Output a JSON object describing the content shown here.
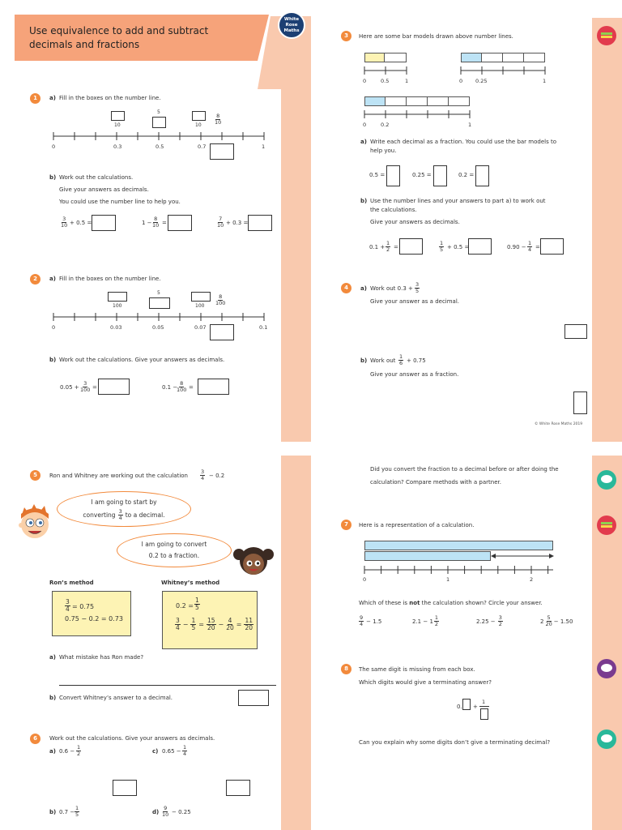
{
  "header": {
    "title_line1": "Use equivalence to add and subtract",
    "title_line2": "decimals and fractions",
    "logo_line1": "White",
    "logo_line2": "Rose",
    "logo_line3": "Maths"
  },
  "colors": {
    "orange": "#f28a3c",
    "header_bg": "#f6a37a",
    "strip": "#f9c9ae",
    "blue_bar": "#bde3f5",
    "yellow_bar": "#fdf3b4"
  },
  "q1": {
    "num": "1",
    "a_label": "a)",
    "a_text": "Fill in the boxes on the number line.",
    "top_10a": "10",
    "top_5": "5",
    "top_10b": "10",
    "top_8": "8",
    "top_10c": "10",
    "ticks": [
      "0",
      "0.3",
      "0.5",
      "0.7",
      "1"
    ],
    "b_label": "b)",
    "b_line1": "Work out the calculations.",
    "b_line2": "Give your answers as decimals.",
    "b_line3": "You could use the number line to help you.",
    "c1_n": "3",
    "c1_d": "10",
    "c1_rest": "+ 0.5 =",
    "c2_pre": "1 −",
    "c2_n": "8",
    "c2_d": "10",
    "c2_rest": "=",
    "c3_n": "7",
    "c3_d": "10",
    "c3_rest": "+ 0.3 ="
  },
  "q2": {
    "num": "2",
    "a_label": "a)",
    "a_text": "Fill in the boxes on the number line.",
    "top_100a": "100",
    "top_5": "5",
    "top_100b": "100",
    "top_8": "8",
    "top_100c": "100",
    "ticks": [
      "0",
      "0.03",
      "0.05",
      "0.07",
      "0.1"
    ],
    "b_label": "b)",
    "b_text": "Work out the calculations. Give your answers as decimals.",
    "c1_pre": "0.05 +",
    "c1_n": "3",
    "c1_d": "100",
    "c1_rest": "=",
    "c2_pre": "0.1 −",
    "c2_n": "8",
    "c2_d": "100",
    "c2_rest": "="
  },
  "q3": {
    "num": "3",
    "intro": "Here are some bar models drawn above number lines.",
    "m1_ticks": [
      "0",
      "0.5",
      "1"
    ],
    "m2_ticks": [
      "0",
      "0.25",
      "1"
    ],
    "m3_ticks": [
      "0",
      "0.2",
      "1"
    ],
    "a_label": "a)",
    "a_line1": "Write each decimal as a fraction. You could use the bar models to",
    "a_line2": "help you.",
    "a_d1": "0.5 =",
    "a_d2": "0.25 =",
    "a_d3": "0.2 =",
    "b_label": "b)",
    "b_line1": "Use the number lines and your answers to part a) to work out",
    "b_line2": "the calculations.",
    "b_line3": "Give your answers as decimals.",
    "c1_pre": "0.1 +",
    "c1_n": "1",
    "c1_d": "2",
    "c1_rest": "=",
    "c2_n": "1",
    "c2_d": "5",
    "c2_rest": "+ 0.5 =",
    "c3_pre": "0.90 −",
    "c3_n": "1",
    "c3_d": "4",
    "c3_rest": "="
  },
  "q4": {
    "num": "4",
    "a_label": "a)",
    "a_pre": "Work out 0.3 +",
    "a_n": "3",
    "a_d": "5",
    "a_line2": "Give your answer as a decimal.",
    "b_label": "b)",
    "b_pre": "Work out",
    "b_n": "1",
    "b_d": "6",
    "b_rest": "+ 0.75",
    "b_line2": "Give your answer as a fraction.",
    "copyright": "© White Rose Maths 2019"
  },
  "q5": {
    "num": "5",
    "intro_pre": "Ron and Whitney are working out the calculation",
    "intro_n": "3",
    "intro_d": "4",
    "intro_rest": "− 0.2",
    "ron_bubble_line1": "I am going to start by",
    "ron_bubble_pre": "converting",
    "ron_bubble_n": "3",
    "ron_bubble_d": "4",
    "ron_bubble_rest": "to a decimal.",
    "whit_bubble_line1": "I am going to convert",
    "whit_bubble_line2": "0.2 to a fraction.",
    "ron_method_title": "Ron’s method",
    "whit_method_title": "Whitney’s method",
    "ron_l1_n": "3",
    "ron_l1_d": "4",
    "ron_l1_rest": "= 0.75",
    "ron_l2": "0.75 − 0.2 = 0.73",
    "wh_l1_pre": "0.2 =",
    "wh_l1_n": "1",
    "wh_l1_d": "5",
    "wh_l2_f1n": "3",
    "wh_l2_f1d": "4",
    "wh_l2_op1": "−",
    "wh_l2_f2n": "1",
    "wh_l2_f2d": "5",
    "wh_l2_eq1": "=",
    "wh_l2_f3n": "15",
    "wh_l2_f3d": "20",
    "wh_l2_op2": "−",
    "wh_l2_f4n": "4",
    "wh_l2_f4d": "20",
    "wh_l2_eq2": "=",
    "wh_l2_f5n": "11",
    "wh_l2_f5d": "20",
    "a_label": "a)",
    "a_text": "What mistake has Ron made?",
    "b_label": "b)",
    "b_text": "Convert Whitney’s answer to a decimal."
  },
  "q6": {
    "num": "6",
    "intro": "Work out the calculations. Give your answers as decimals.",
    "a_label": "a)",
    "a_pre": "0.6 −",
    "a_n": "1",
    "a_d": "2",
    "c_label": "c)",
    "c_pre": "0.65 −",
    "c_n": "1",
    "c_d": "4",
    "b_label": "b)",
    "b_pre": "0.7 −",
    "b_n": "1",
    "b_d": "5",
    "d_label": "d)",
    "d_n": "9",
    "d_d": "10",
    "d_rest": "− 0.25"
  },
  "q6_reflect": {
    "line1": "Did you convert the fraction to a decimal before or after doing the",
    "line2": "calculation? Compare methods with a partner."
  },
  "q7": {
    "num": "7",
    "intro": "Here is a representation of a calculation.",
    "ticks": [
      "0",
      "1",
      "2"
    ],
    "question_pre": "Which of these is ",
    "question_bold": "not",
    "question_post": " the calculation shown? Circle your answer.",
    "o1_n": "9",
    "o1_d": "4",
    "o1_rest": "− 1.5",
    "o2_pre": "2.1 − 1",
    "o2_n": "1",
    "o2_d": "2",
    "o3_pre": "2.25 −",
    "o3_n": "3",
    "o3_d": "2",
    "o4_pre": "2",
    "o4_n": "5",
    "o4_d": "20",
    "o4_rest": "− 1.50"
  },
  "q8": {
    "num": "8",
    "line1": "The same digit is missing from each box.",
    "line2": "Which digits would give a terminating answer?",
    "expr_pre": "0.",
    "expr_op": "+",
    "expr_n": "1",
    "reflect": "Can you explain why some digits don’t give a terminating decimal?"
  }
}
